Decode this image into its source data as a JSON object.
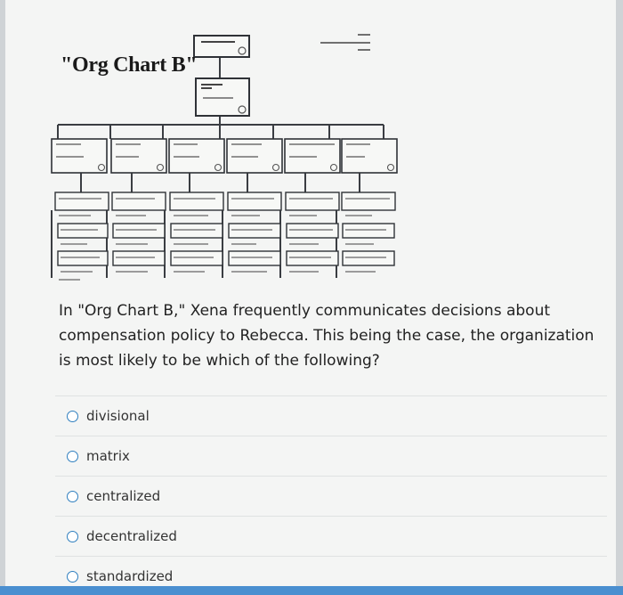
{
  "chart_title": "\"Org Chart B\"",
  "question": "In \"Org Chart B,\" Xena frequently communicates decisions about compensation policy to Rebecca. This being the case, the organization is most likely to be which of the following?",
  "options": [
    {
      "label": "divisional"
    },
    {
      "label": "matrix"
    },
    {
      "label": "centralized"
    },
    {
      "label": "decentralized"
    },
    {
      "label": "standardized"
    }
  ],
  "colors": {
    "accent": "#4a8fd0",
    "radio": "#2f7fbf",
    "box_border": "#3b3f45",
    "box_fill": "#f7f8f6"
  }
}
